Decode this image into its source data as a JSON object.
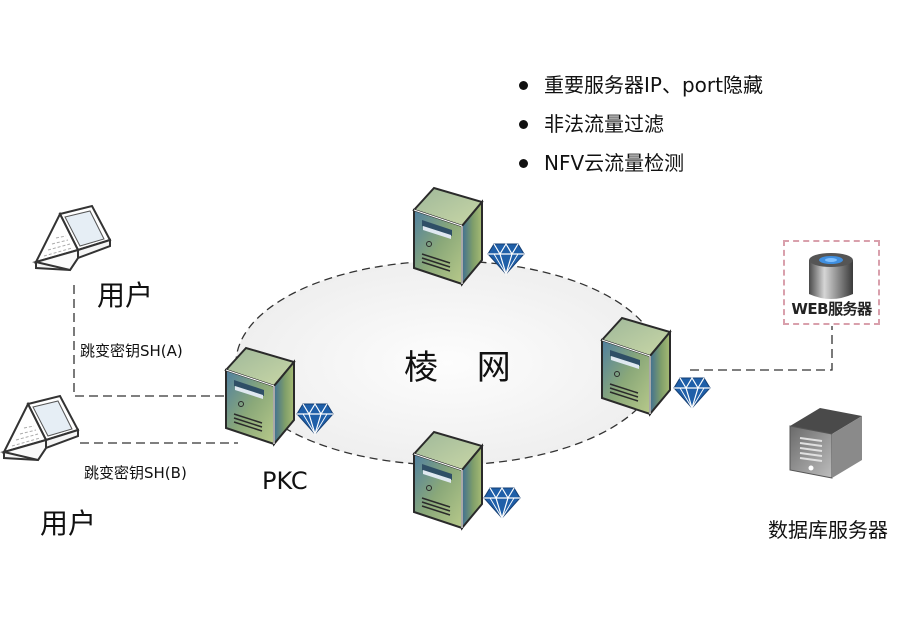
{
  "features": {
    "items": [
      {
        "label": "重要服务器IP、port隐藏"
      },
      {
        "label": "非法流量过滤"
      },
      {
        "label": "NFV云流量检测"
      }
    ]
  },
  "network": {
    "label": "棱 网"
  },
  "users": [
    {
      "label": "用户",
      "key_label": "跳变密钥SH(A)"
    },
    {
      "label": "用户",
      "key_label": "跳变密钥SH(B)"
    }
  ],
  "pkc": {
    "label": "PKC"
  },
  "web_server": {
    "label": "WEB服务器",
    "icon": "database-cylinder-icon"
  },
  "db_server": {
    "label": "数据库服务器",
    "icon": "tower-server-icon"
  },
  "nodes": [
    {
      "name": "top-node",
      "icon": "server-icon",
      "badge": "diamond-icon"
    },
    {
      "name": "right-node",
      "icon": "server-icon",
      "badge": "diamond-icon"
    },
    {
      "name": "bottom-node",
      "icon": "server-icon",
      "badge": "diamond-icon"
    },
    {
      "name": "pkc-node",
      "icon": "server-icon",
      "badge": "diamond-icon"
    }
  ],
  "colors": {
    "line": "#333333",
    "diamond": "#1f5fa8",
    "ellipse_fill": "#f3f3f3",
    "web_border": "#d9a0ac"
  }
}
